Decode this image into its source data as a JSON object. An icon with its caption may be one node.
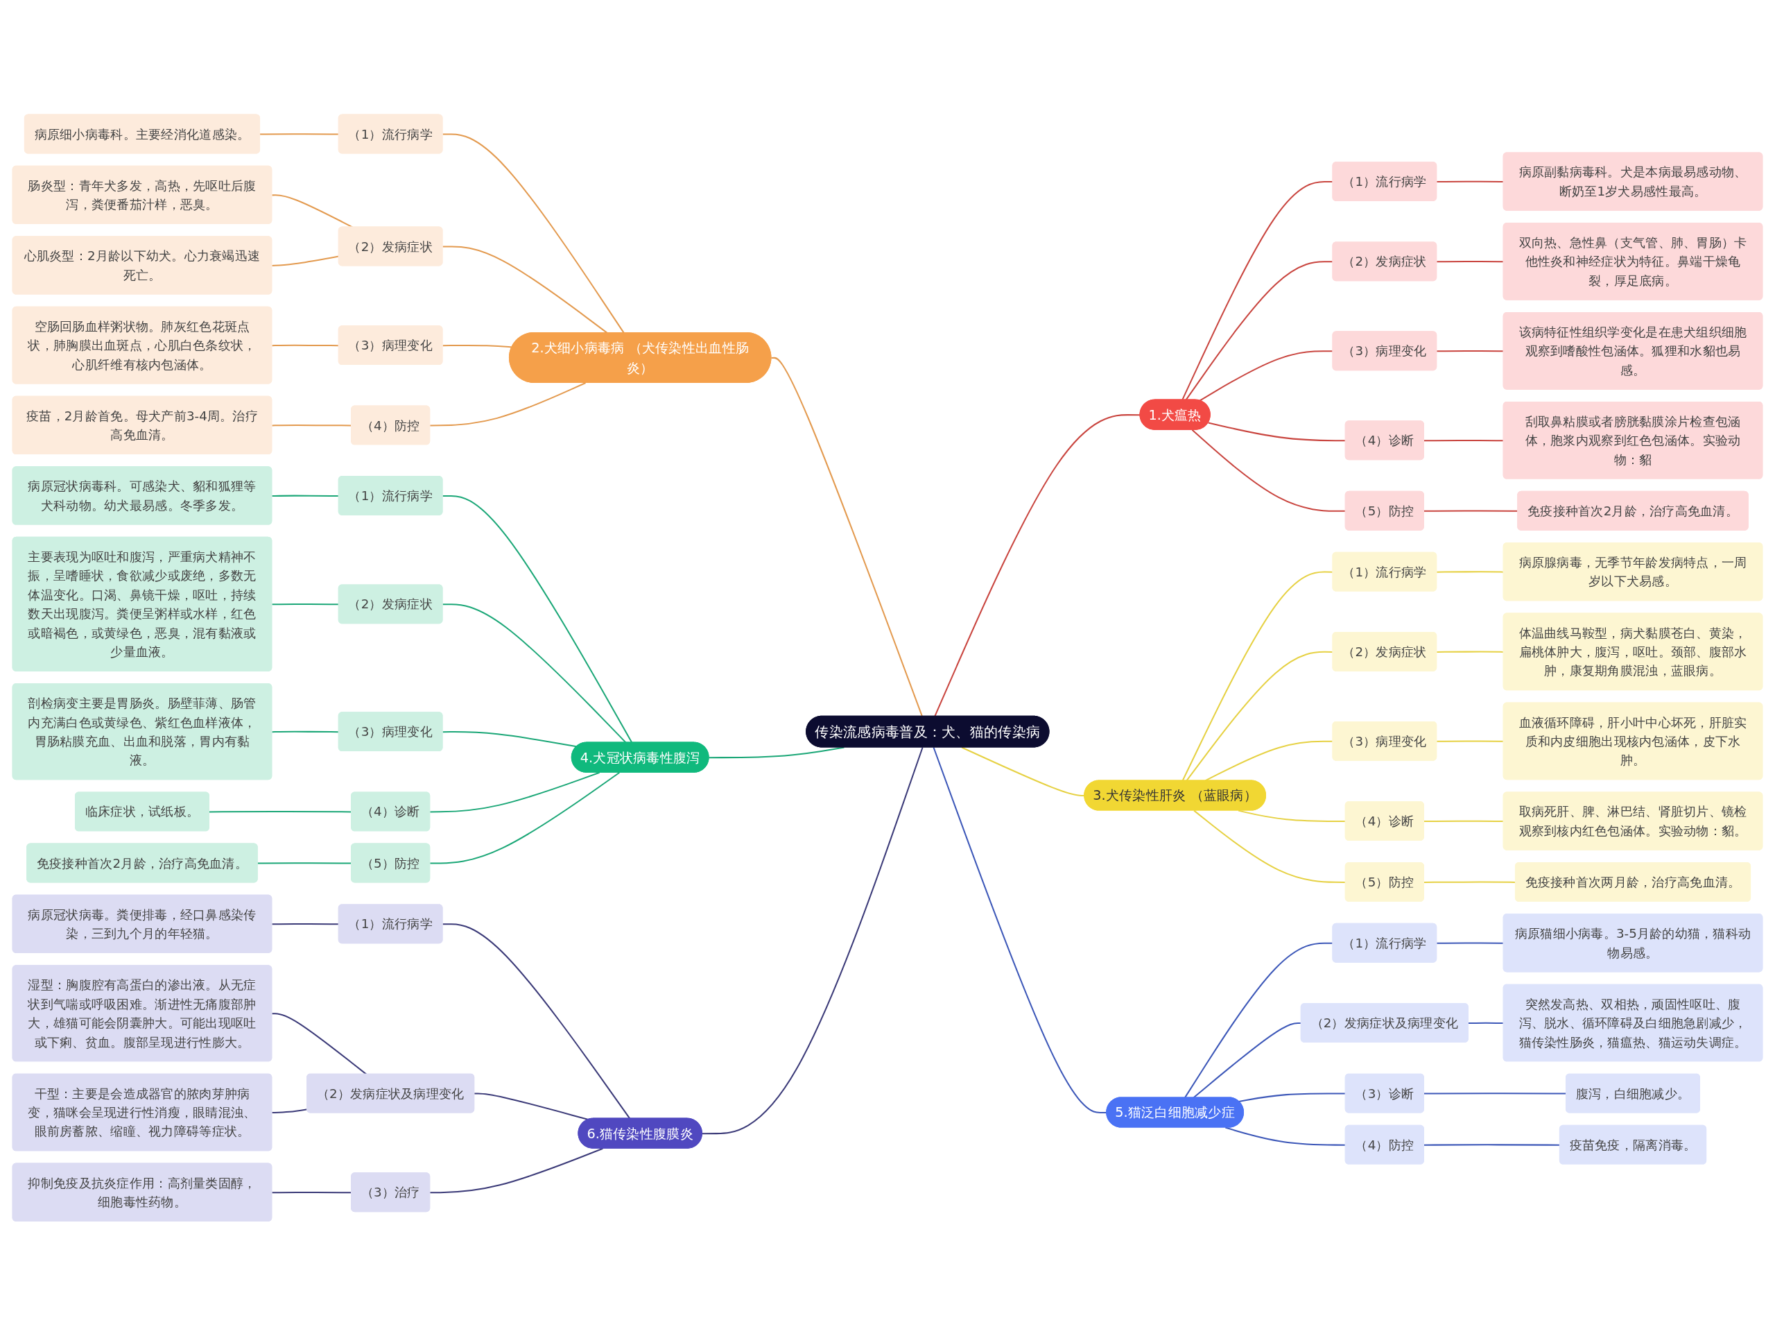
{
  "diagram": {
    "nodes": [
      {
        "text": [
          "传染流感病毒普及：犬、猫的传染病"
        ]
      },
      {
        "text": [
          "1.犬瘟热"
        ]
      },
      {
        "text": [
          "（1）流行病学"
        ]
      },
      {
        "text": [
          "病原副黏病毒科。犬是本病最易感动物、断奶至1岁犬易感性最高。"
        ]
      },
      {
        "text": [
          "（2）发病症状"
        ]
      },
      {
        "text": [
          "双向热、急性鼻（支气管、肺、胃肠）卡他性炎和神经症状为特征。鼻端干燥龟裂，厚足底病。"
        ]
      },
      {
        "text": [
          "（3）病理变化"
        ]
      },
      {
        "text": [
          "该病特征性组织学变化是在患犬组织细胞观察到嗜酸性包涵体。狐狸和水貂也易感。"
        ]
      },
      {
        "text": [
          "（4）诊断"
        ]
      },
      {
        "text": [
          "刮取鼻粘膜或者膀胱黏膜涂片检查包涵体，胞浆内观察到红色包涵体。实验动物：貂"
        ]
      },
      {
        "text": [
          "（5）防控"
        ]
      },
      {
        "text": [
          "免疫接种首次2月龄，治疗高免血清。"
        ]
      },
      {
        "text": [
          "2.犬细小病毒病 （犬传染性出血性肠炎）"
        ]
      },
      {
        "text": [
          "（1）流行病学"
        ]
      },
      {
        "text": [
          "病原细小病毒科。主要经消化道感染。"
        ]
      },
      {
        "text": [
          "（2）发病症状"
        ]
      },
      {
        "text": [
          "肠炎型：青年犬多发，高热，先呕吐后腹泻，粪便番茄汁样，恶臭。"
        ]
      },
      {
        "text": [
          "心肌炎型：2月龄以下幼犬。心力衰竭迅速死亡。"
        ]
      },
      {
        "text": [
          "（3）病理变化"
        ]
      },
      {
        "text": [
          "空肠回肠血样粥状物。肺灰红色花斑点状，肺胸膜出血斑点，心肌白色条纹状，心肌纤维有核内包涵体。"
        ]
      },
      {
        "text": [
          "（4）防控"
        ]
      },
      {
        "text": [
          "疫苗，2月龄首免。母犬产前3-4周。治疗高免血清。"
        ]
      },
      {
        "text": [
          "3.犬传染性肝炎 （蓝眼病）"
        ]
      },
      {
        "text": [
          "（1）流行病学"
        ]
      },
      {
        "text": [
          "病原腺病毒，无季节年龄发病特点，一周岁以下犬易感。"
        ]
      },
      {
        "text": [
          "（2）发病症状"
        ]
      },
      {
        "text": [
          "体温曲线马鞍型，病犬黏膜苍白、黄染，扁桃体肿大，腹泻，呕吐。颈部、腹部水肿，康复期角膜混浊，蓝眼病。"
        ]
      },
      {
        "text": [
          "（3）病理变化"
        ]
      },
      {
        "text": [
          "血液循环障碍，肝小叶中心坏死，肝脏实质和内皮细胞出现核内包涵体，皮下水肿。"
        ]
      },
      {
        "text": [
          "（4）诊断"
        ]
      },
      {
        "text": [
          "取病死肝、脾、淋巴结、肾脏切片、镜检观察到核内红色包涵体。实验动物：貂。"
        ]
      },
      {
        "text": [
          "（5）防控"
        ]
      },
      {
        "text": [
          "免疫接种首次两月龄，治疗高免血清。"
        ]
      },
      {
        "text": [
          "4.犬冠状病毒性腹泻"
        ]
      },
      {
        "text": [
          "（1）流行病学"
        ]
      },
      {
        "text": [
          "病原冠状病毒科。可感染犬、貂和狐狸等犬科动物。幼犬最易感。冬季多发。"
        ]
      },
      {
        "text": [
          "（2）发病症状"
        ]
      },
      {
        "text": [
          "主要表现为呕吐和腹泻，严重病犬精神不振，呈嗜睡状，食欲减少或废绝，多数无体温变化。口渴、鼻镜干燥，呕吐，持续数天出现腹泻。粪便呈粥样或水样，红色或暗褐色，或黄绿色，恶臭，混有黏液或少量血液。"
        ]
      },
      {
        "text": [
          "（3）病理变化"
        ]
      },
      {
        "text": [
          "剖检病变主要是胃肠炎。肠壁菲薄、肠管内充满白色或黄绿色、紫红色血样液体，胃肠粘膜充血、出血和脱落，胃内有黏液。"
        ]
      },
      {
        "text": [
          "（4）诊断"
        ]
      },
      {
        "text": [
          "临床症状，试纸板。"
        ]
      },
      {
        "text": [
          "（5）防控"
        ]
      },
      {
        "text": [
          "免疫接种首次2月龄，治疗高免血清。"
        ]
      },
      {
        "text": [
          "5.猫泛白细胞减少症"
        ]
      },
      {
        "text": [
          "（1）流行病学"
        ]
      },
      {
        "text": [
          "病原猫细小病毒。3-5月龄的幼猫，猫科动物易感。"
        ]
      },
      {
        "text": [
          "（2）发病症状及病理变化"
        ]
      },
      {
        "text": [
          "突然发高热、双相热，顽固性呕吐、腹泻、脱水、循环障碍及白细胞急剧减少，猫传染性肠炎，猫瘟热、猫运动失调症。"
        ]
      },
      {
        "text": [
          "（3）诊断"
        ]
      },
      {
        "text": [
          "腹泻，白细胞减少。"
        ]
      },
      {
        "text": [
          "（4）防控"
        ]
      },
      {
        "text": [
          "疫苗免疫，隔离消毒。"
        ]
      },
      {
        "text": [
          "6.猫传染性腹膜炎"
        ]
      },
      {
        "text": [
          "（1）流行病学"
        ]
      },
      {
        "text": [
          "病原冠状病毒。粪便排毒，经口鼻感染传染，三到九个月的年轻猫。"
        ]
      },
      {
        "text": [
          "（2）发病症状及病理变化"
        ]
      },
      {
        "text": [
          "湿型：胸腹腔有高蛋白的渗出液。从无症状到气喘或呼吸困难。渐进性无痛腹部肿大，雄猫可能会阴囊肿大。可能出现呕吐或下痢、贫血。腹部呈现进行性膨大。"
        ]
      },
      {
        "text": [
          "干型：主要是会造成器官的脓肉芽肿病变，猫咪会呈现进行性消瘦，眼睛混浊、眼前房蓄脓、缩瞳、视力障碍等症状。"
        ]
      },
      {
        "text": [
          "（3）治疗"
        ]
      },
      {
        "text": [
          "抑制免疫及抗炎症作用：高剂量类固醇，细胞毒性药物。"
        ]
      }
    ],
    "edges": [
      {
        "from": 0,
        "to": 1,
        "arrow": "none",
        "color": "#c9453f"
      },
      {
        "from": 1,
        "to": 2,
        "arrow": "none",
        "color": "#c9453f"
      },
      {
        "from": 2,
        "to": 3,
        "arrow": "none",
        "color": "#c9453f"
      },
      {
        "from": 1,
        "to": 4,
        "arrow": "none",
        "color": "#c9453f"
      },
      {
        "from": 4,
        "to": 5,
        "arrow": "none",
        "color": "#c9453f"
      },
      {
        "from": 1,
        "to": 6,
        "arrow": "none",
        "color": "#c9453f"
      },
      {
        "from": 6,
        "to": 7,
        "arrow": "none",
        "color": "#c9453f"
      },
      {
        "from": 1,
        "to": 8,
        "arrow": "none",
        "color": "#c9453f"
      },
      {
        "from": 8,
        "to": 9,
        "arrow": "none",
        "color": "#c9453f"
      },
      {
        "from": 1,
        "to": 10,
        "arrow": "none",
        "color": "#c9453f"
      },
      {
        "from": 10,
        "to": 11,
        "arrow": "none",
        "color": "#c9453f"
      },
      {
        "from": 12,
        "to": 0,
        "arrow": "none",
        "color": "#e39a4f"
      },
      {
        "from": 13,
        "to": 12,
        "arrow": "none",
        "color": "#e39a4f"
      },
      {
        "from": 14,
        "to": 13,
        "arrow": "none",
        "color": "#e39a4f"
      },
      {
        "from": 15,
        "to": 12,
        "arrow": "none",
        "color": "#e39a4f"
      },
      {
        "from": 16,
        "to": 15,
        "arrow": "none",
        "color": "#e39a4f"
      },
      {
        "from": 17,
        "to": 15,
        "arrow": "none",
        "color": "#e39a4f"
      },
      {
        "from": 18,
        "to": 12,
        "arrow": "none",
        "color": "#e39a4f"
      },
      {
        "from": 19,
        "to": 18,
        "arrow": "none",
        "color": "#e39a4f"
      },
      {
        "from": 20,
        "to": 12,
        "arrow": "none",
        "color": "#e39a4f"
      },
      {
        "from": 21,
        "to": 20,
        "arrow": "none",
        "color": "#e39a4f"
      },
      {
        "from": 0,
        "to": 22,
        "arrow": "none",
        "color": "#e6d143"
      },
      {
        "from": 22,
        "to": 23,
        "arrow": "none",
        "color": "#e6d143"
      },
      {
        "from": 23,
        "to": 24,
        "arrow": "none",
        "color": "#e6d143"
      },
      {
        "from": 22,
        "to": 25,
        "arrow": "none",
        "color": "#e6d143"
      },
      {
        "from": 25,
        "to": 26,
        "arrow": "none",
        "color": "#e6d143"
      },
      {
        "from": 22,
        "to": 27,
        "arrow": "none",
        "color": "#e6d143"
      },
      {
        "from": 27,
        "to": 28,
        "arrow": "none",
        "color": "#e6d143"
      },
      {
        "from": 22,
        "to": 29,
        "arrow": "none",
        "color": "#e6d143"
      },
      {
        "from": 29,
        "to": 30,
        "arrow": "none",
        "color": "#e6d143"
      },
      {
        "from": 22,
        "to": 31,
        "arrow": "none",
        "color": "#e6d143"
      },
      {
        "from": 31,
        "to": 32,
        "arrow": "none",
        "color": "#e6d143"
      },
      {
        "from": 33,
        "to": 0,
        "arrow": "none",
        "color": "#1ba777"
      },
      {
        "from": 34,
        "to": 33,
        "arrow": "none",
        "color": "#1ba777"
      },
      {
        "from": 35,
        "to": 34,
        "arrow": "none",
        "color": "#1ba777"
      },
      {
        "from": 36,
        "to": 33,
        "arrow": "none",
        "color": "#1ba777"
      },
      {
        "from": 37,
        "to": 36,
        "arrow": "none",
        "color": "#1ba777"
      },
      {
        "from": 38,
        "to": 33,
        "arrow": "none",
        "color": "#1ba777"
      },
      {
        "from": 39,
        "to": 38,
        "arrow": "none",
        "color": "#1ba777"
      },
      {
        "from": 40,
        "to": 33,
        "arrow": "none",
        "color": "#1ba777"
      },
      {
        "from": 41,
        "to": 40,
        "arrow": "none",
        "color": "#1ba777"
      },
      {
        "from": 42,
        "to": 33,
        "arrow": "none",
        "color": "#1ba777"
      },
      {
        "from": 43,
        "to": 42,
        "arrow": "none",
        "color": "#1ba777"
      },
      {
        "from": 0,
        "to": 44,
        "arrow": "none",
        "color": "#3c57b8"
      },
      {
        "from": 44,
        "to": 45,
        "arrow": "none",
        "color": "#3c57b8"
      },
      {
        "from": 45,
        "to": 46,
        "arrow": "none",
        "color": "#3c57b8"
      },
      {
        "from": 44,
        "to": 47,
        "arrow": "none",
        "color": "#3c57b8"
      },
      {
        "from": 47,
        "to": 48,
        "arrow": "none",
        "color": "#3c57b8"
      },
      {
        "from": 44,
        "to": 49,
        "arrow": "none",
        "color": "#3c57b8"
      },
      {
        "from": 49,
        "to": 50,
        "arrow": "none",
        "color": "#3c57b8"
      },
      {
        "from": 44,
        "to": 51,
        "arrow": "none",
        "color": "#3c57b8"
      },
      {
        "from": 51,
        "to": 52,
        "arrow": "none",
        "color": "#3c57b8"
      },
      {
        "from": 53,
        "to": 0,
        "arrow": "none",
        "color": "#3b3a78"
      },
      {
        "from": 54,
        "to": 53,
        "arrow": "none",
        "color": "#3b3a78"
      },
      {
        "from": 55,
        "to": 54,
        "arrow": "none",
        "color": "#3b3a78"
      },
      {
        "from": 56,
        "to": 53,
        "arrow": "none",
        "color": "#3b3a78"
      },
      {
        "from": 57,
        "to": 56,
        "arrow": "none",
        "color": "#3b3a78"
      },
      {
        "from": 58,
        "to": 56,
        "arrow": "none",
        "color": "#3b3a78"
      },
      {
        "from": 59,
        "to": 53,
        "arrow": "none",
        "color": "#3b3a78"
      },
      {
        "from": 60,
        "to": 59,
        "arrow": "none",
        "color": "#3b3a78"
      }
    ]
  }
}
